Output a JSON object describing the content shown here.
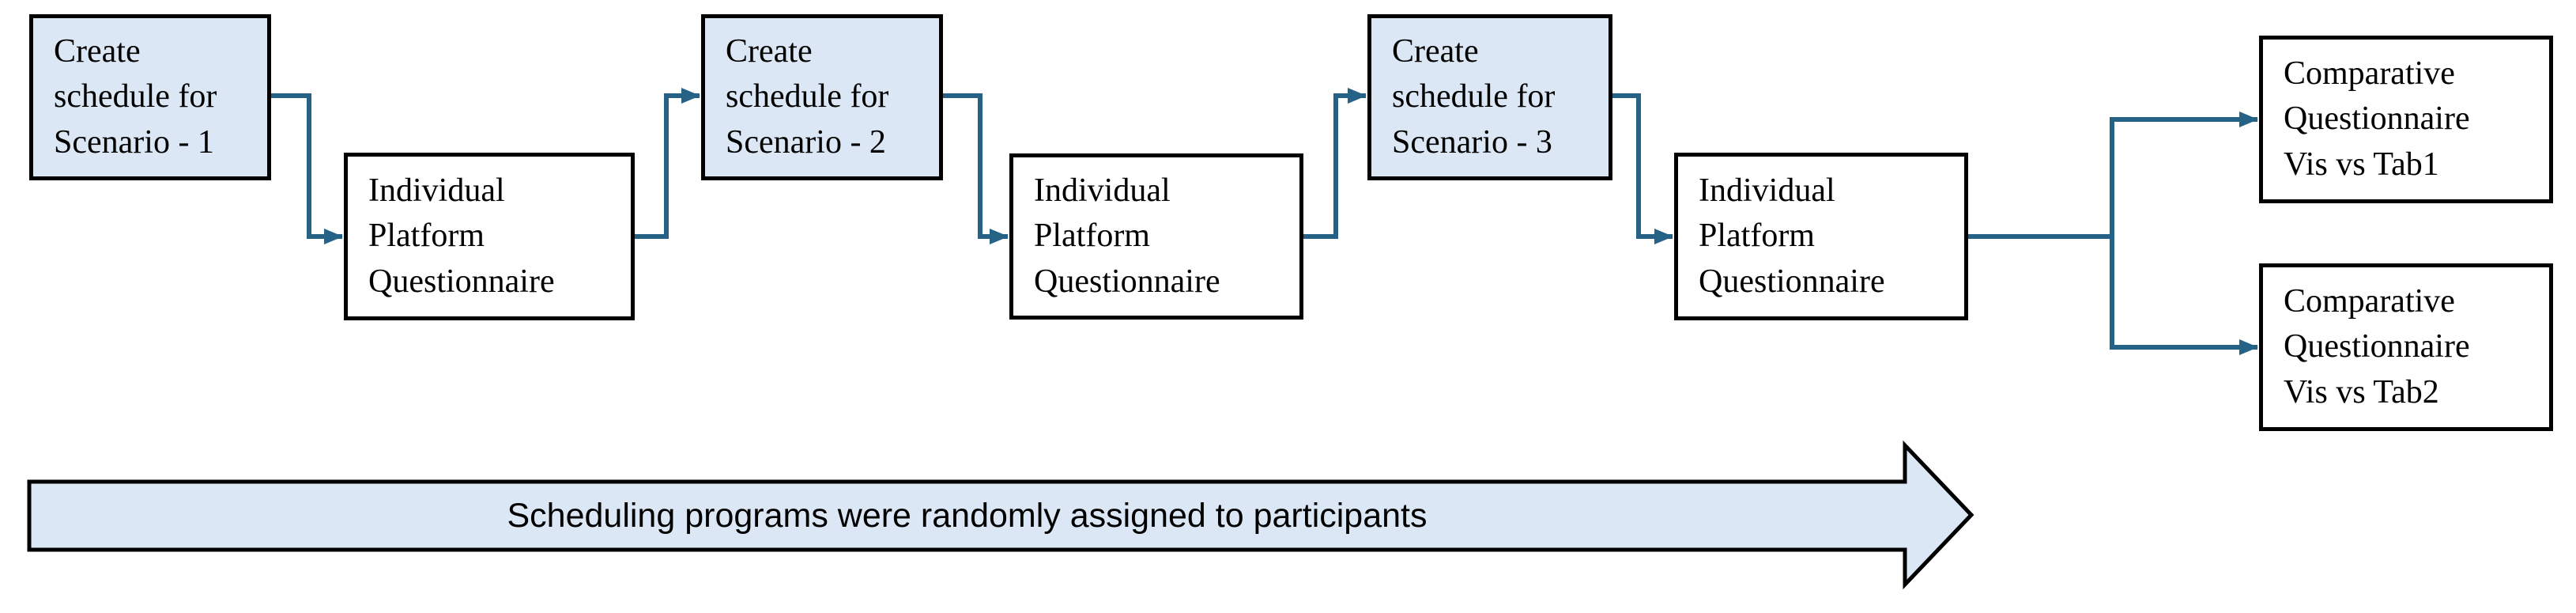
{
  "flow": {
    "boxes": [
      {
        "id": "create-schedule-scenario-1",
        "label": "Create schedule for Scenario - 1",
        "variant": "blue"
      },
      {
        "id": "individual-platform-questionnaire-1",
        "label": "Individual Platform Questionnaire",
        "variant": "white"
      },
      {
        "id": "create-schedule-scenario-2",
        "label": "Create schedule for Scenario - 2",
        "variant": "blue"
      },
      {
        "id": "individual-platform-questionnaire-2",
        "label": "Individual Platform Questionnaire",
        "variant": "white"
      },
      {
        "id": "create-schedule-scenario-3",
        "label": "Create schedule for Scenario - 3",
        "variant": "blue"
      },
      {
        "id": "individual-platform-questionnaire-3",
        "label": "Individual Platform Questionnaire",
        "variant": "white"
      },
      {
        "id": "comparative-questionnaire-vis-vs-tab1",
        "label": "Comparative Questionnaire Vis vs Tab1",
        "variant": "white"
      },
      {
        "id": "comparative-questionnaire-vis-vs-tab2",
        "label": "Comparative Questionnaire Vis vs Tab2",
        "variant": "white"
      }
    ],
    "banner": {
      "label": "Scheduling programs were randomly assigned to participants"
    }
  },
  "colors": {
    "connector": "#266186",
    "box_fill_blue": "#dbe7f5",
    "box_fill_white": "#ffffff",
    "box_border": "#000000",
    "banner_fill": "#dbe7f5",
    "background": "#ffffff",
    "text": "#000000"
  }
}
